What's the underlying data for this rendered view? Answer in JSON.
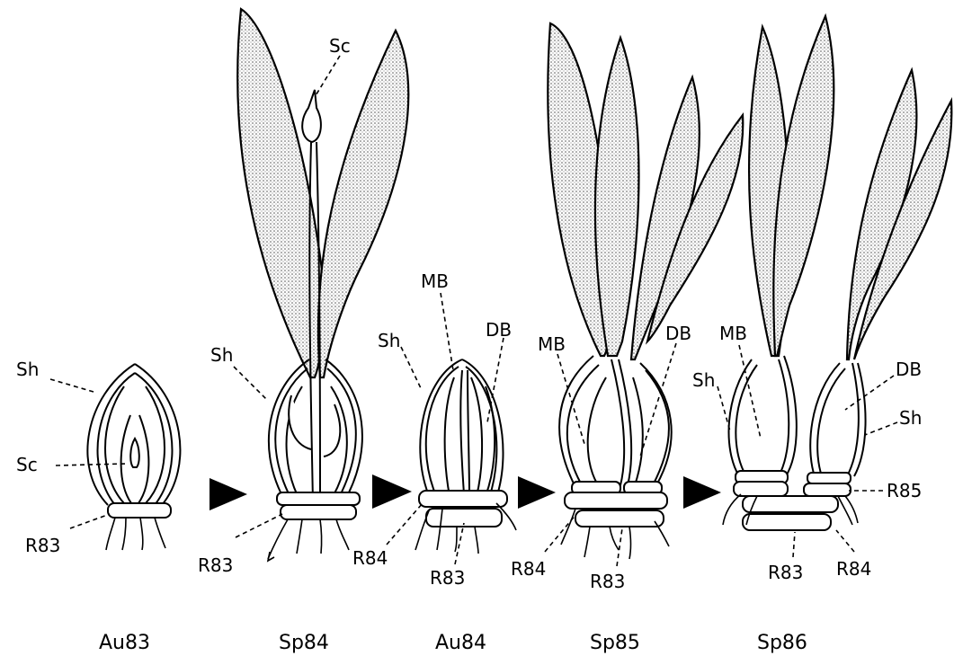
{
  "stages": [
    {
      "label": "Au83"
    },
    {
      "label": "Sp84"
    },
    {
      "label": "Au84"
    },
    {
      "label": "Sp85"
    },
    {
      "label": "Sp86"
    }
  ],
  "labels": {
    "sh": "Sh",
    "sc": "Sc",
    "mb": "MB",
    "db": "DB",
    "r83": "R83",
    "r84": "R84",
    "r85": "R85"
  }
}
